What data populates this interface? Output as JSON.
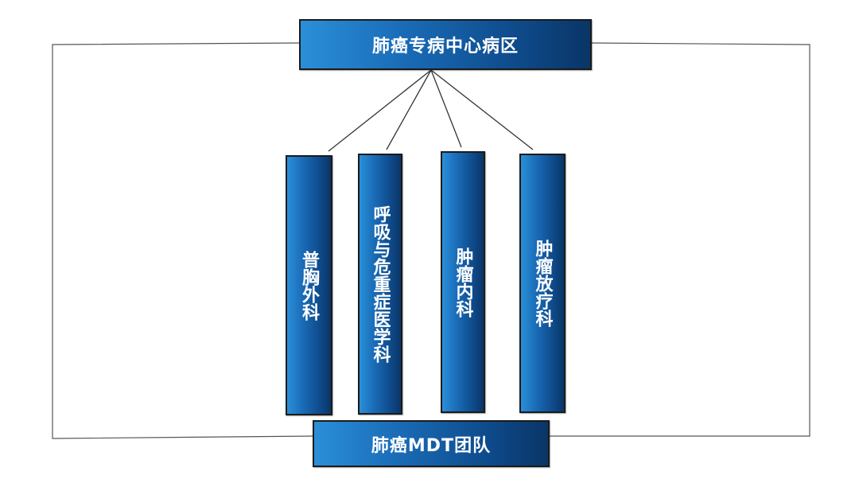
{
  "diagram": {
    "title": "肺癌专病中心病区",
    "team": "肺癌MDT团队",
    "departments": [
      {
        "id": "thoracic",
        "label": "普胸外科"
      },
      {
        "id": "respiratory",
        "label": "呼吸与危重症医学科"
      },
      {
        "id": "oncology",
        "label": "肿瘤内科"
      },
      {
        "id": "radiation",
        "label": "肿瘤放疗科"
      }
    ]
  },
  "colors": {
    "box_light": "#2b8fd8",
    "box_dark": "#0a3566",
    "line": "#444444"
  }
}
